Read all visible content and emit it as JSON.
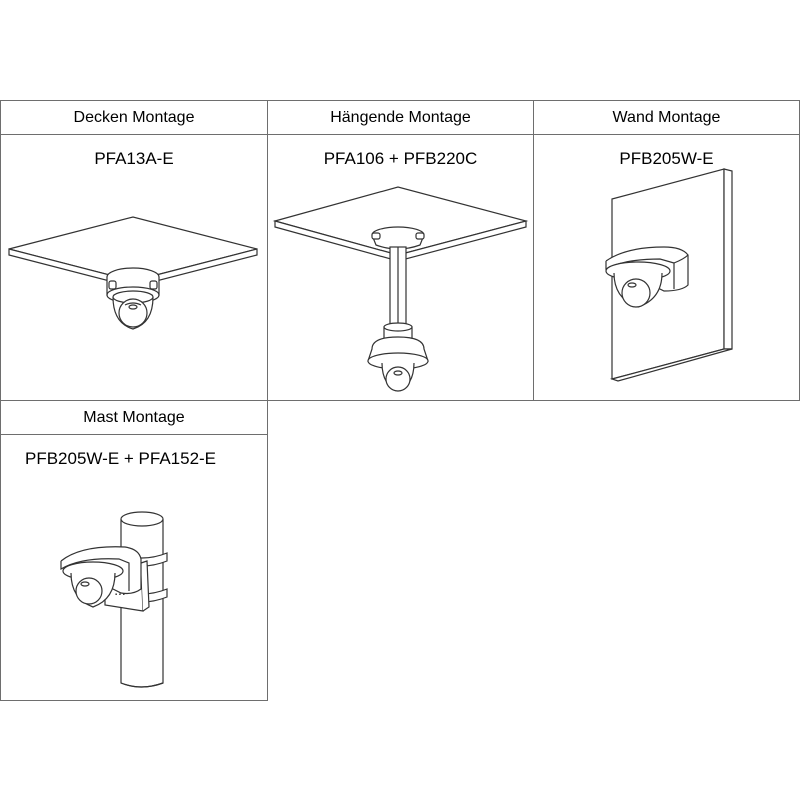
{
  "mountings": [
    {
      "title": "Decken Montage",
      "model": "PFA13A-E"
    },
    {
      "title": "Hängende Montage",
      "model": "PFA106 + PFB220C"
    },
    {
      "title": "Wand Montage",
      "model": "PFB205W-E"
    },
    {
      "title": "Mast Montage",
      "model": "PFB205W-E + PFA152-E"
    }
  ],
  "colors": {
    "line": "#333333",
    "panel_fill": "#ffffff",
    "grid_border": "#6e6e6e"
  },
  "icons": [
    "ceiling-mount-illustration",
    "pendant-mount-illustration",
    "wall-mount-illustration",
    "pole-mount-illustration"
  ]
}
